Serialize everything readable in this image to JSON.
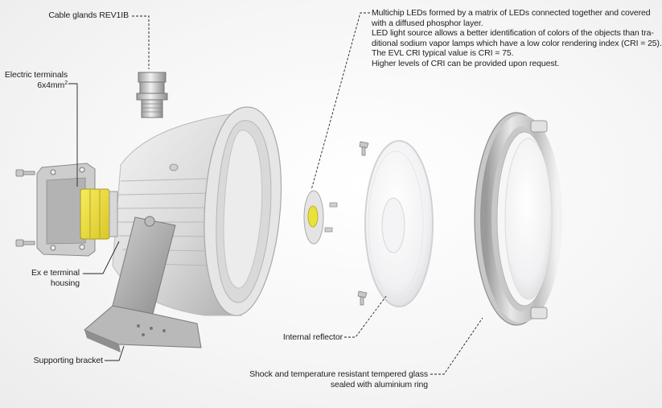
{
  "labels": {
    "cable_glands": "Cable glands REV1IB",
    "electric_terminals": "Electric terminals",
    "terminal_size": "6x4mm",
    "terminal_size_exp": "2",
    "ex_e_terminal": "Ex e terminal",
    "housing": "housing",
    "supporting_bracket": "Supporting bracket",
    "internal_reflector": "Internal reflector",
    "glass_line1": "Shock and temperature resistant tempered glass",
    "glass_line2": "sealed with aluminium ring"
  },
  "led_description": [
    "Multichip LEDs formed by a matrix of LEDs connected together and covered",
    "with a diffused phosphor layer.",
    "LED light source allows a better identification of colors of the objects than tra-",
    "ditional sodium vapor lamps which have a low color rendering index (CRI = 25).",
    "The EVL CRI typical value is CRI = 75.",
    "Higher levels of CRI can be provided upon request."
  ],
  "colors": {
    "leader": "#222222",
    "body_light": "#eeeeee",
    "body_mid": "#d4d4d4",
    "body_dark": "#a9a9a9",
    "terminal_yellow": "#f2e23a",
    "led_yellow": "#e8e23a",
    "ring_metal": "#cfcfcf"
  }
}
